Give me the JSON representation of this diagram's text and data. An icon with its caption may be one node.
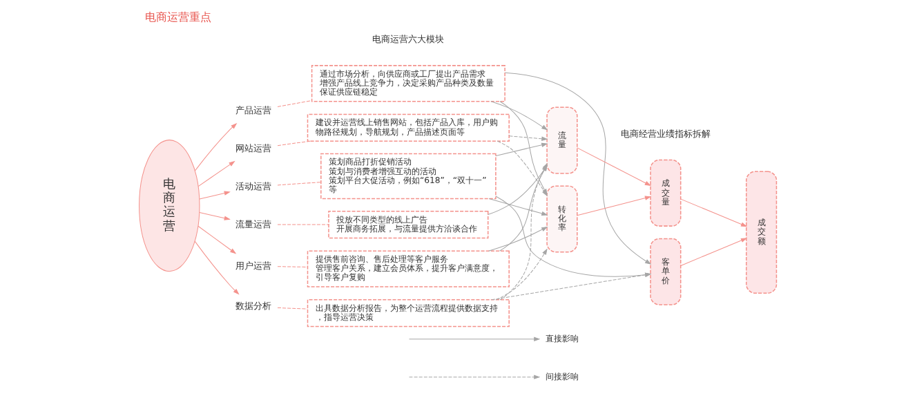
{
  "diagram": {
    "title": "电商运营重点",
    "nodes": [
      {
        "text": [
          "电商运营"
        ]
      },
      {
        "text": [
          "产品运营"
        ]
      },
      {
        "text": [
          "通过市场分析，向供应商或工厂提出产品需求",
          "增强产品线上竞争力，决定采购产品种类及数量",
          "保证供应链稳定"
        ]
      },
      {
        "text": [
          "网站运营"
        ]
      },
      {
        "text": [
          "建设并运营线上销售网站，包括产品入库，用户购物路径规划，导航规划，产品描述页面等"
        ]
      },
      {
        "text": [
          "活动运营"
        ]
      },
      {
        "text": [
          "策划商品打折促销活动",
          "策划与消费者增强互动的活动",
          "策划平台大促活动，例如“618”，“双十一”等"
        ]
      },
      {
        "text": [
          "流量运营"
        ]
      },
      {
        "text": [
          "投放不同类型的线上广告",
          "开展商务拓展，与流量提供方洽谈合作"
        ]
      },
      {
        "text": [
          "用户运营"
        ]
      },
      {
        "text": [
          "提供售前咨询、售后处理等客户服务",
          "管理客户关系，建立会员体系，提升客户满意度，引导客户复购"
        ]
      },
      {
        "text": [
          "数据分析"
        ]
      },
      {
        "text": [
          "出具数据分析报告，为整个运营流程提供数据支持，指导运营决策"
        ]
      },
      {
        "text": [
          "流量"
        ]
      },
      {
        "text": [
          "转化率"
        ]
      },
      {
        "text": [
          "成交量"
        ]
      },
      {
        "text": [
          "客单价"
        ]
      },
      {
        "text": [
          "成交额"
        ]
      }
    ],
    "edges": [
      {
        "from": 0,
        "to": 1,
        "arrow": "to"
      },
      {
        "from": 0,
        "to": 3,
        "arrow": "to"
      },
      {
        "from": 0,
        "to": 5,
        "arrow": "to"
      },
      {
        "from": 0,
        "to": 7,
        "arrow": "to"
      },
      {
        "from": 0,
        "to": 9,
        "arrow": "to"
      },
      {
        "from": 0,
        "to": 11,
        "arrow": "to"
      },
      {
        "from": 1,
        "to": 2,
        "arrow": "none",
        "style": "dashed"
      },
      {
        "from": 3,
        "to": 4,
        "arrow": "none",
        "style": "dashed"
      },
      {
        "from": 5,
        "to": 6,
        "arrow": "none",
        "style": "dashed"
      },
      {
        "from": 7,
        "to": 8,
        "arrow": "none",
        "style": "dashed"
      },
      {
        "from": 9,
        "to": 10,
        "arrow": "none",
        "style": "dashed"
      },
      {
        "from": 11,
        "to": 12,
        "arrow": "none",
        "style": "dashed"
      },
      {
        "from": 2,
        "to": 13,
        "arrow": "to",
        "color": "#a6a6a6"
      },
      {
        "from": 2,
        "to": 14,
        "arrow": "to",
        "color": "#a6a6a6"
      },
      {
        "from": 2,
        "to": 16,
        "arrow": "to",
        "color": "#a6a6a6"
      },
      {
        "from": 4,
        "to": 13,
        "arrow": "to",
        "style": "dashed",
        "color": "#a6a6a6"
      },
      {
        "from": 4,
        "to": 14,
        "arrow": "to",
        "style": "dashed",
        "color": "#a6a6a6"
      },
      {
        "from": 6,
        "to": 13,
        "arrow": "to",
        "color": "#a6a6a6"
      },
      {
        "from": 6,
        "to": 14,
        "arrow": "to",
        "color": "#a6a6a6"
      },
      {
        "from": 6,
        "to": 16,
        "arrow": "to",
        "color": "#a6a6a6"
      },
      {
        "from": 8,
        "to": 13,
        "arrow": "to",
        "color": "#a6a6a6"
      },
      {
        "from": 10,
        "to": 13,
        "arrow": "to",
        "color": "#a6a6a6"
      },
      {
        "from": 10,
        "to": 14,
        "arrow": "to",
        "color": "#a6a6a6"
      },
      {
        "from": 12,
        "to": 13,
        "arrow": "to",
        "style": "dashed",
        "color": "#a6a6a6"
      },
      {
        "from": 12,
        "to": 14,
        "arrow": "to",
        "style": "dashed",
        "color": "#a6a6a6"
      },
      {
        "from": 12,
        "to": 16,
        "arrow": "to",
        "style": "dashed",
        "color": "#a6a6a6"
      },
      {
        "from": 13,
        "to": 15,
        "arrow": "to"
      },
      {
        "from": 14,
        "to": 15,
        "arrow": "to"
      },
      {
        "from": 15,
        "to": 17,
        "arrow": "to"
      },
      {
        "from": 16,
        "to": 17,
        "arrow": "to"
      }
    ],
    "labels": [
      "电商运营六大模块",
      "电商经营业绩指标拆解"
    ],
    "legend": [
      {
        "text": "直接影响"
      },
      {
        "text": "间接影响"
      }
    ]
  }
}
